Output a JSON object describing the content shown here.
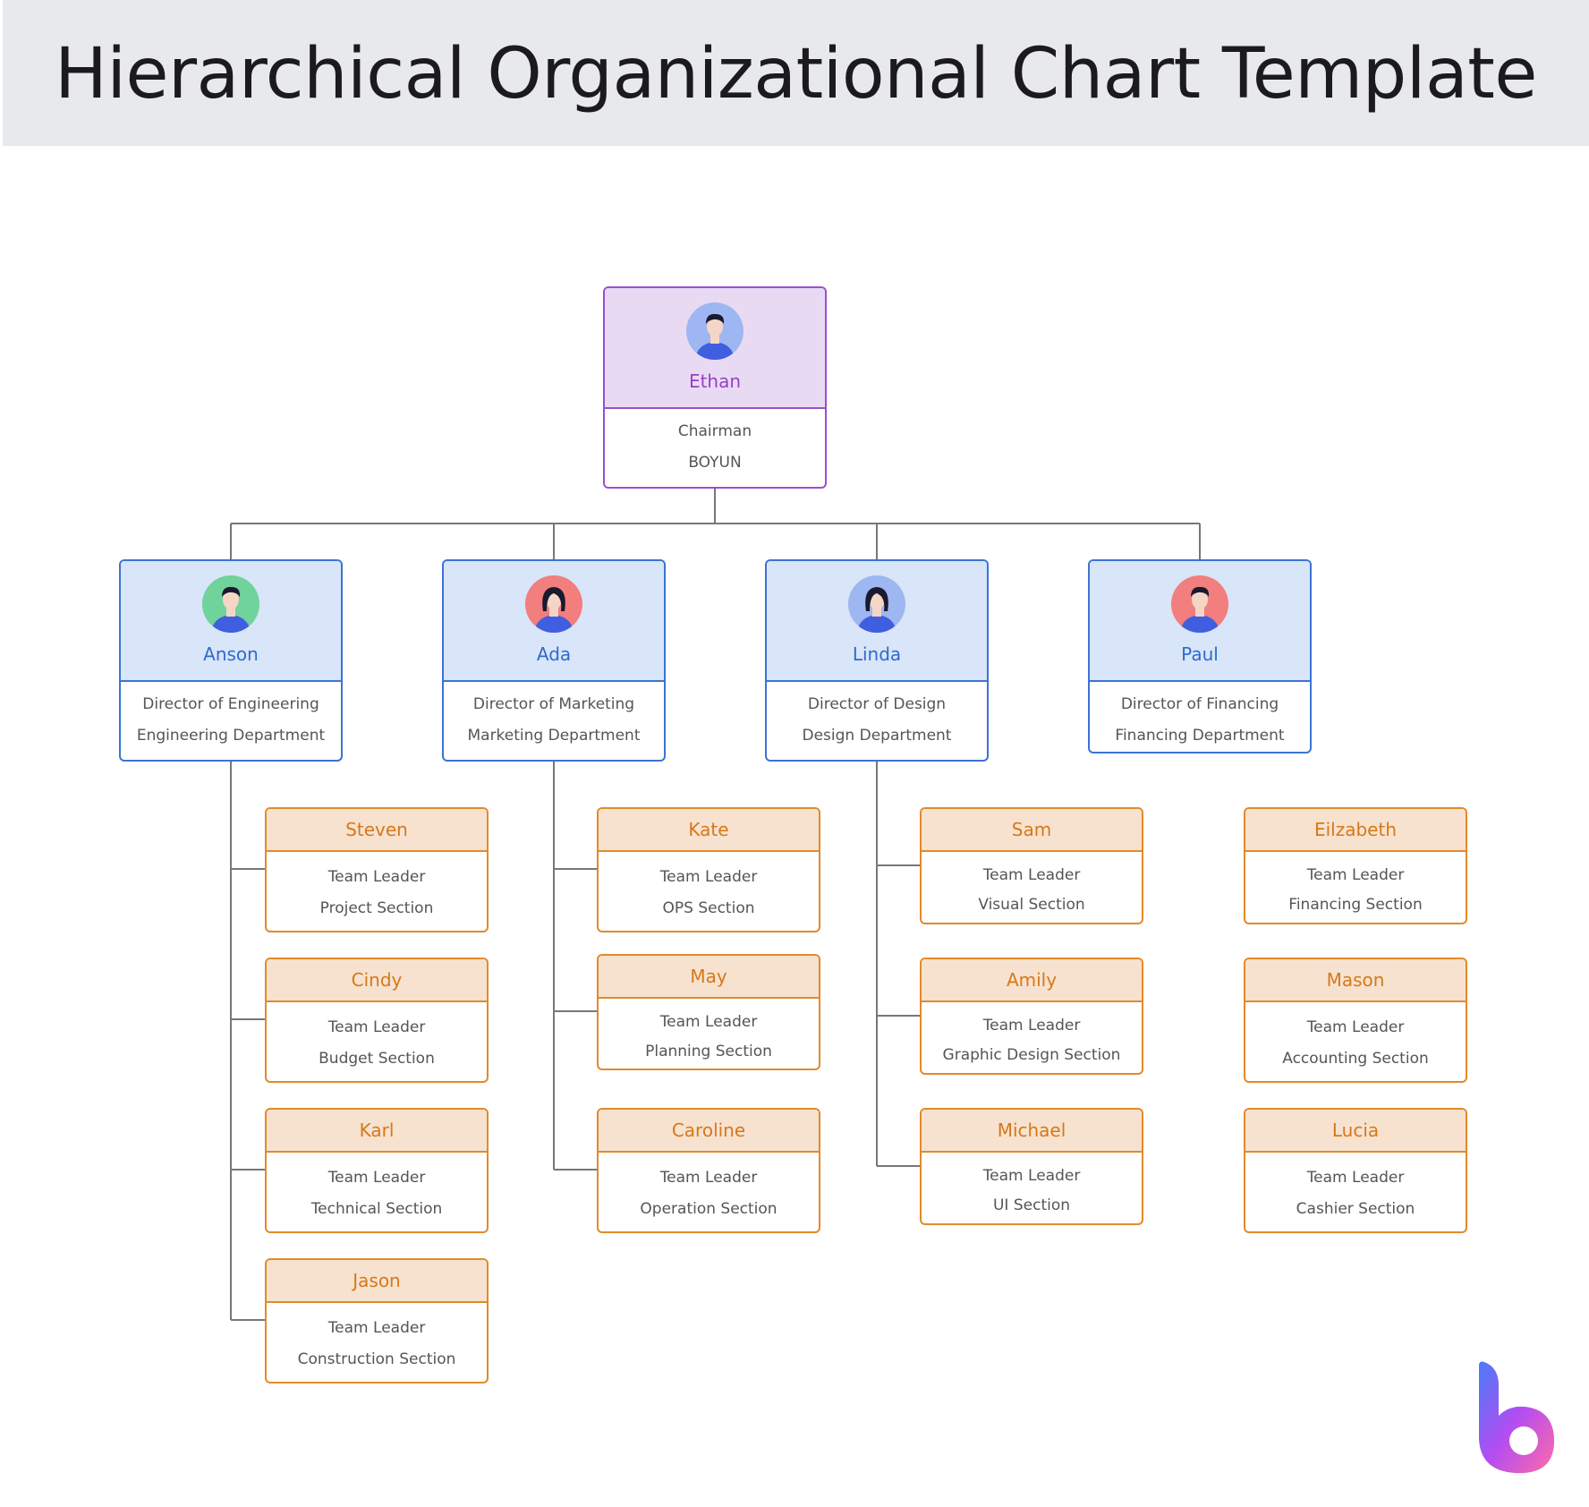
{
  "title": "Hierarchical Organizational Chart Template",
  "root": {
    "name": "Ethan",
    "role": "Chairman",
    "org": "BOYUN",
    "avatar_bg": "#9eb7f2"
  },
  "directors": [
    {
      "name": "Anson",
      "role": "Director of Engineering",
      "dept": "Engineering Department",
      "avatar_bg": "#6fd39b",
      "leaders": [
        {
          "name": "Steven",
          "role": "Team Leader",
          "section": "Project Section"
        },
        {
          "name": "Cindy",
          "role": "Team Leader",
          "section": "Budget Section"
        },
        {
          "name": "Karl",
          "role": "Team Leader",
          "section": "Technical Section"
        },
        {
          "name": "Jason",
          "role": "Team Leader",
          "section": "Construction Section"
        }
      ]
    },
    {
      "name": "Ada",
      "role": "Director of Marketing",
      "dept": "Marketing Department",
      "avatar_bg": "#f27e7e",
      "leaders": [
        {
          "name": "Kate",
          "role": "Team Leader",
          "section": "OPS Section"
        },
        {
          "name": "May",
          "role": "Team Leader",
          "section": "Planning Section"
        },
        {
          "name": "Caroline",
          "role": "Team Leader",
          "section": "Operation Section"
        }
      ]
    },
    {
      "name": "Linda",
      "role": "Director of Design",
      "dept": "Design Department",
      "avatar_bg": "#9eb7f2",
      "leaders": [
        {
          "name": "Sam",
          "role": "Team Leader",
          "section": "Visual Section"
        },
        {
          "name": "Amily",
          "role": "Team Leader",
          "section": "Graphic Design Section"
        },
        {
          "name": "Michael",
          "role": "Team Leader",
          "section": "UI Section"
        }
      ]
    },
    {
      "name": "Paul",
      "role": "Director of Financing",
      "dept": "Financing Department",
      "avatar_bg": "#f27e7e",
      "leaders": [
        {
          "name": "Eilzabeth",
          "role": "Team Leader",
          "section": "Financing Section"
        },
        {
          "name": "Mason",
          "role": "Team Leader",
          "section": "Accounting Section"
        },
        {
          "name": "Lucia",
          "role": "Team Leader",
          "section": "Cashier Section"
        }
      ]
    }
  ],
  "colors": {
    "root": "#9a4fcf",
    "director": "#3a74d4",
    "leader": "#e28a2a",
    "connector": "#777777"
  }
}
